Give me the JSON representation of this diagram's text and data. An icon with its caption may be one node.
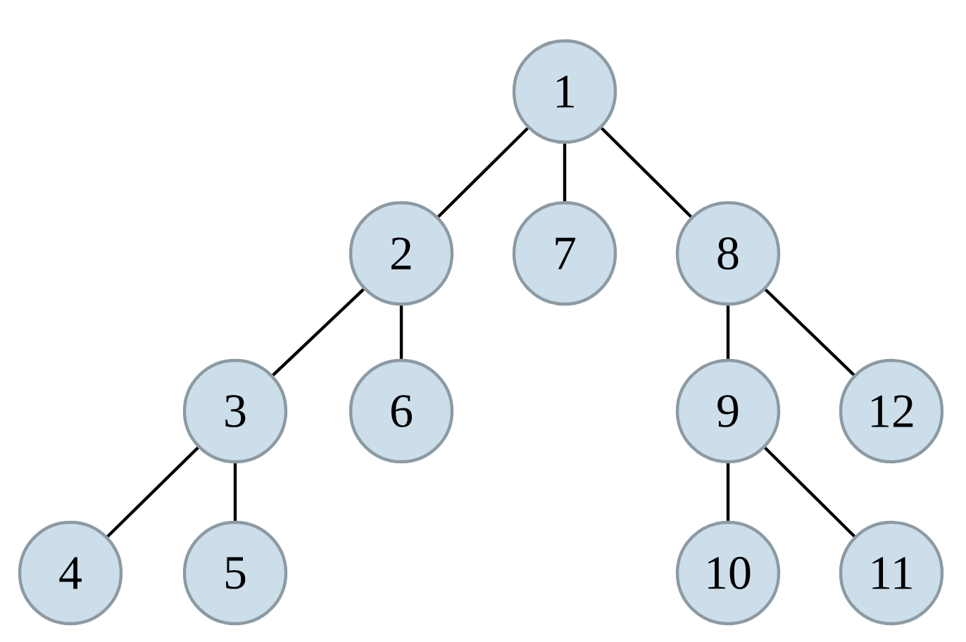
{
  "diagram": {
    "nodes": [
      {
        "text": [
          "1"
        ]
      },
      {
        "text": [
          "2"
        ]
      },
      {
        "text": [
          "7"
        ]
      },
      {
        "text": [
          "8"
        ]
      },
      {
        "text": [
          "3"
        ]
      },
      {
        "text": [
          "6"
        ]
      },
      {
        "text": [
          "9"
        ]
      },
      {
        "text": [
          "12"
        ]
      },
      {
        "text": [
          "4"
        ]
      },
      {
        "text": [
          "5"
        ]
      },
      {
        "text": [
          "10"
        ]
      },
      {
        "text": [
          "11"
        ]
      }
    ],
    "edges": [
      {
        "from": 0,
        "to": 1,
        "arrow": "none"
      },
      {
        "from": 0,
        "to": 2,
        "arrow": "none"
      },
      {
        "from": 0,
        "to": 3,
        "arrow": "none"
      },
      {
        "from": 1,
        "to": 4,
        "arrow": "none"
      },
      {
        "from": 1,
        "to": 5,
        "arrow": "none"
      },
      {
        "from": 3,
        "to": 6,
        "arrow": "none"
      },
      {
        "from": 3,
        "to": 7,
        "arrow": "none"
      },
      {
        "from": 4,
        "to": 8,
        "arrow": "none"
      },
      {
        "from": 4,
        "to": 9,
        "arrow": "none"
      },
      {
        "from": 6,
        "to": 10,
        "arrow": "none"
      },
      {
        "from": 6,
        "to": 11,
        "arrow": "none"
      }
    ]
  }
}
